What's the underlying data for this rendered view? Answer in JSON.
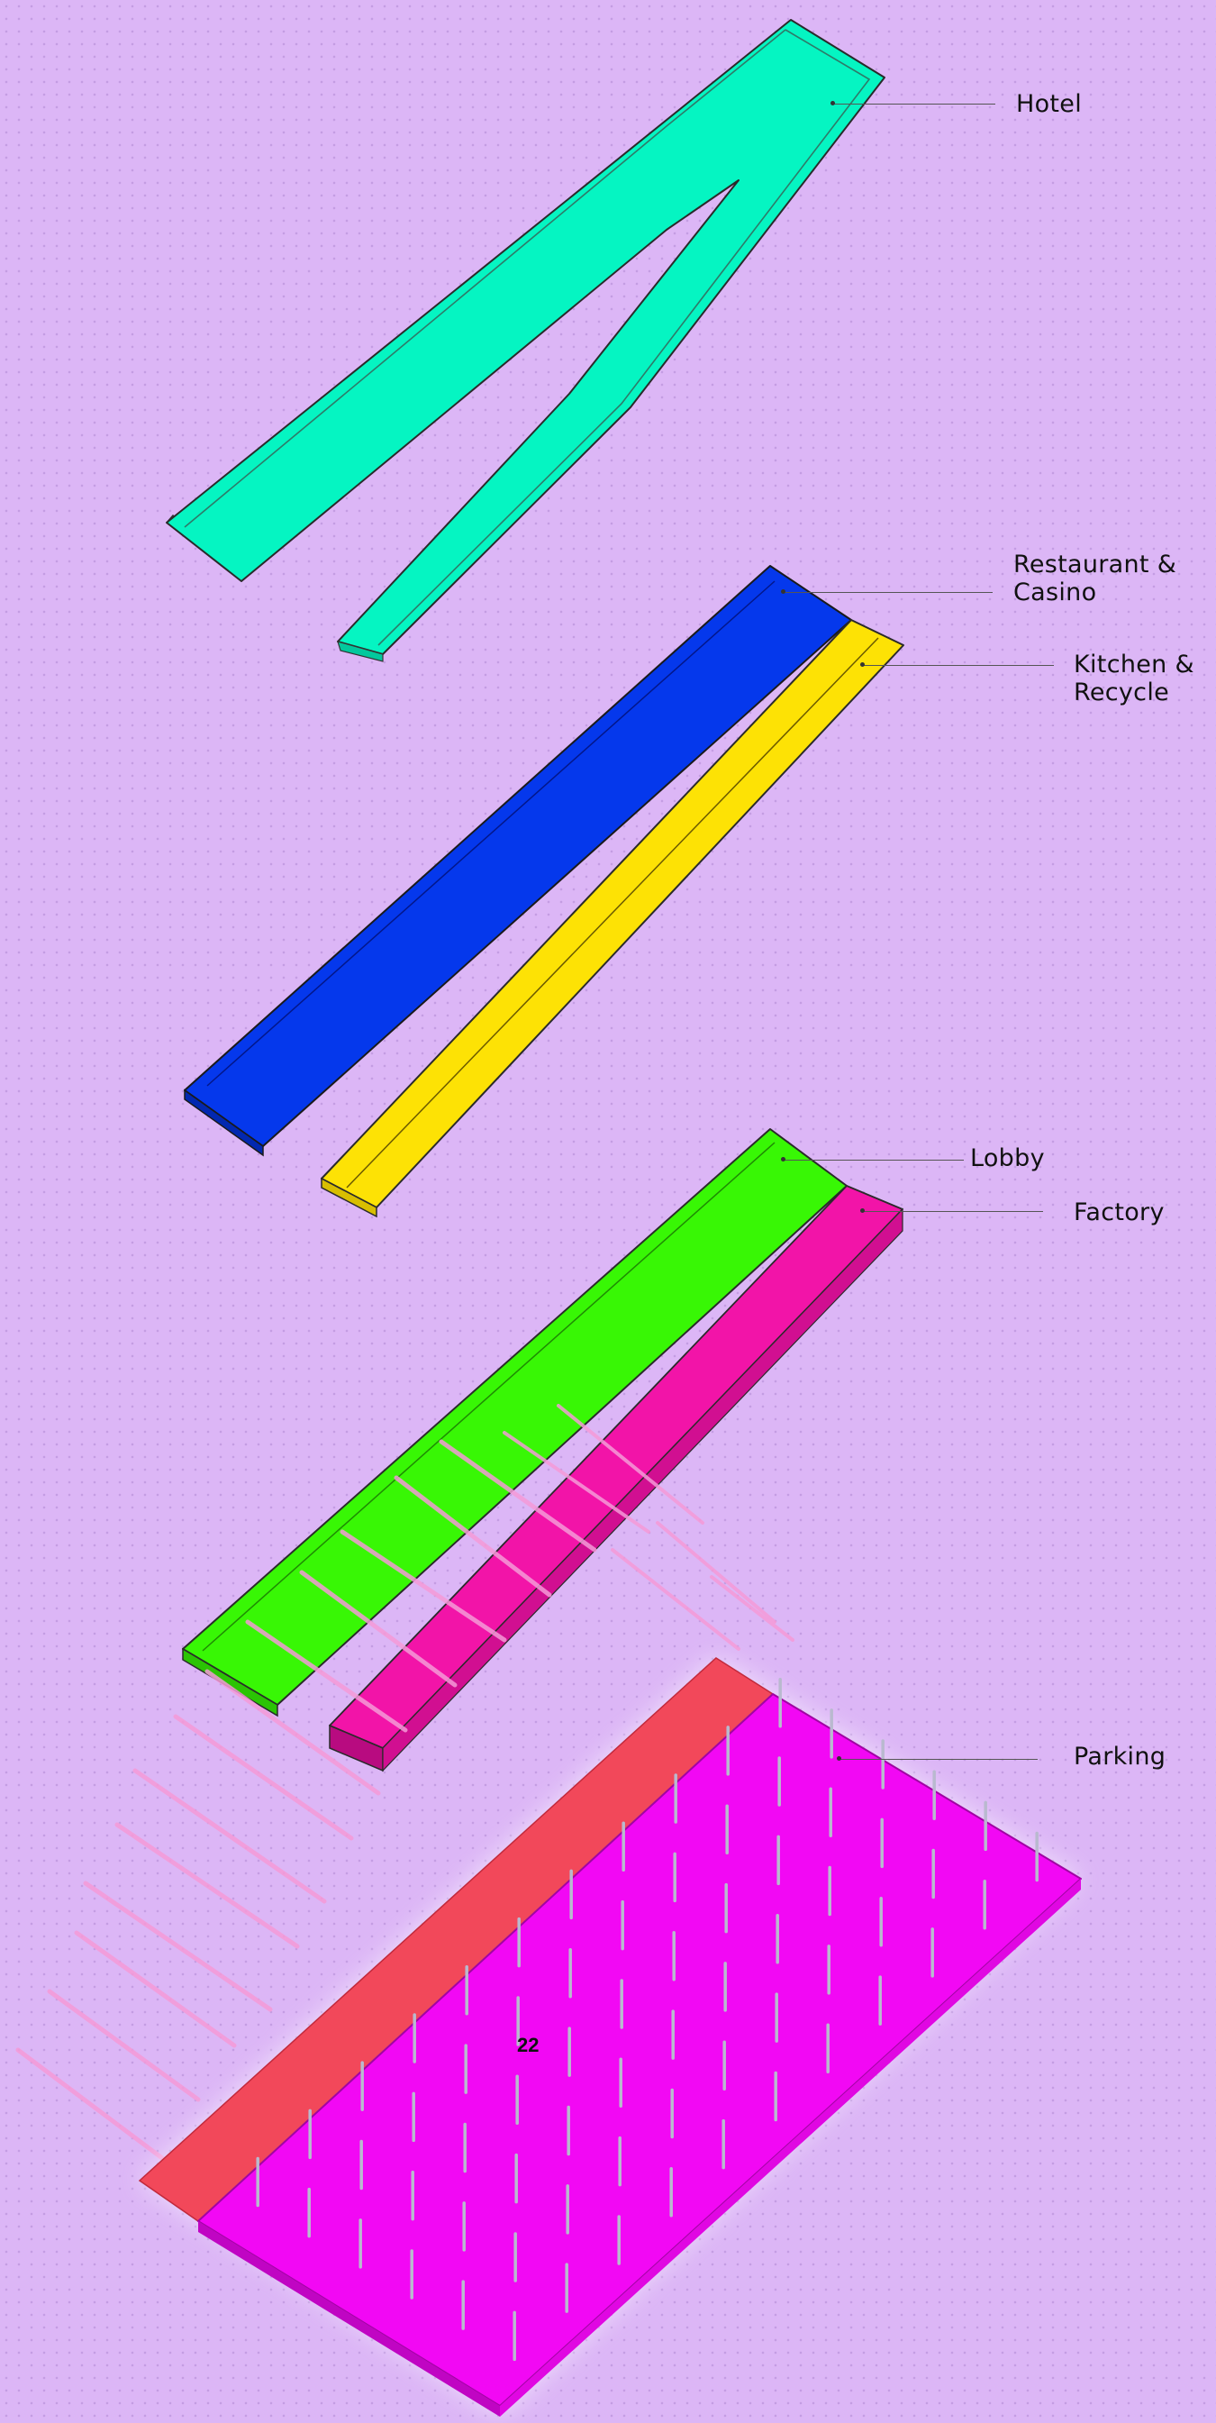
{
  "labels": {
    "hotel": "Hotel",
    "restaurant_line1": "Restaurant &",
    "restaurant_line2": "Casino",
    "kitchen_line1": "Kitchen &",
    "kitchen_line2": "Recycle",
    "lobby": "Lobby",
    "factory": "Factory",
    "parking": "Parking"
  },
  "page_number": "22",
  "colors": {
    "background": "#dcb6f6",
    "hotel": "#05f5c2",
    "restaurant_casino": "#0538ec",
    "kitchen_recycle": "#fde205",
    "lobby": "#38f705",
    "factory": "#f214a8",
    "parking_slab": "#f208f4",
    "parking_strip": "#f2485a",
    "columns": "#b9b9cf"
  }
}
